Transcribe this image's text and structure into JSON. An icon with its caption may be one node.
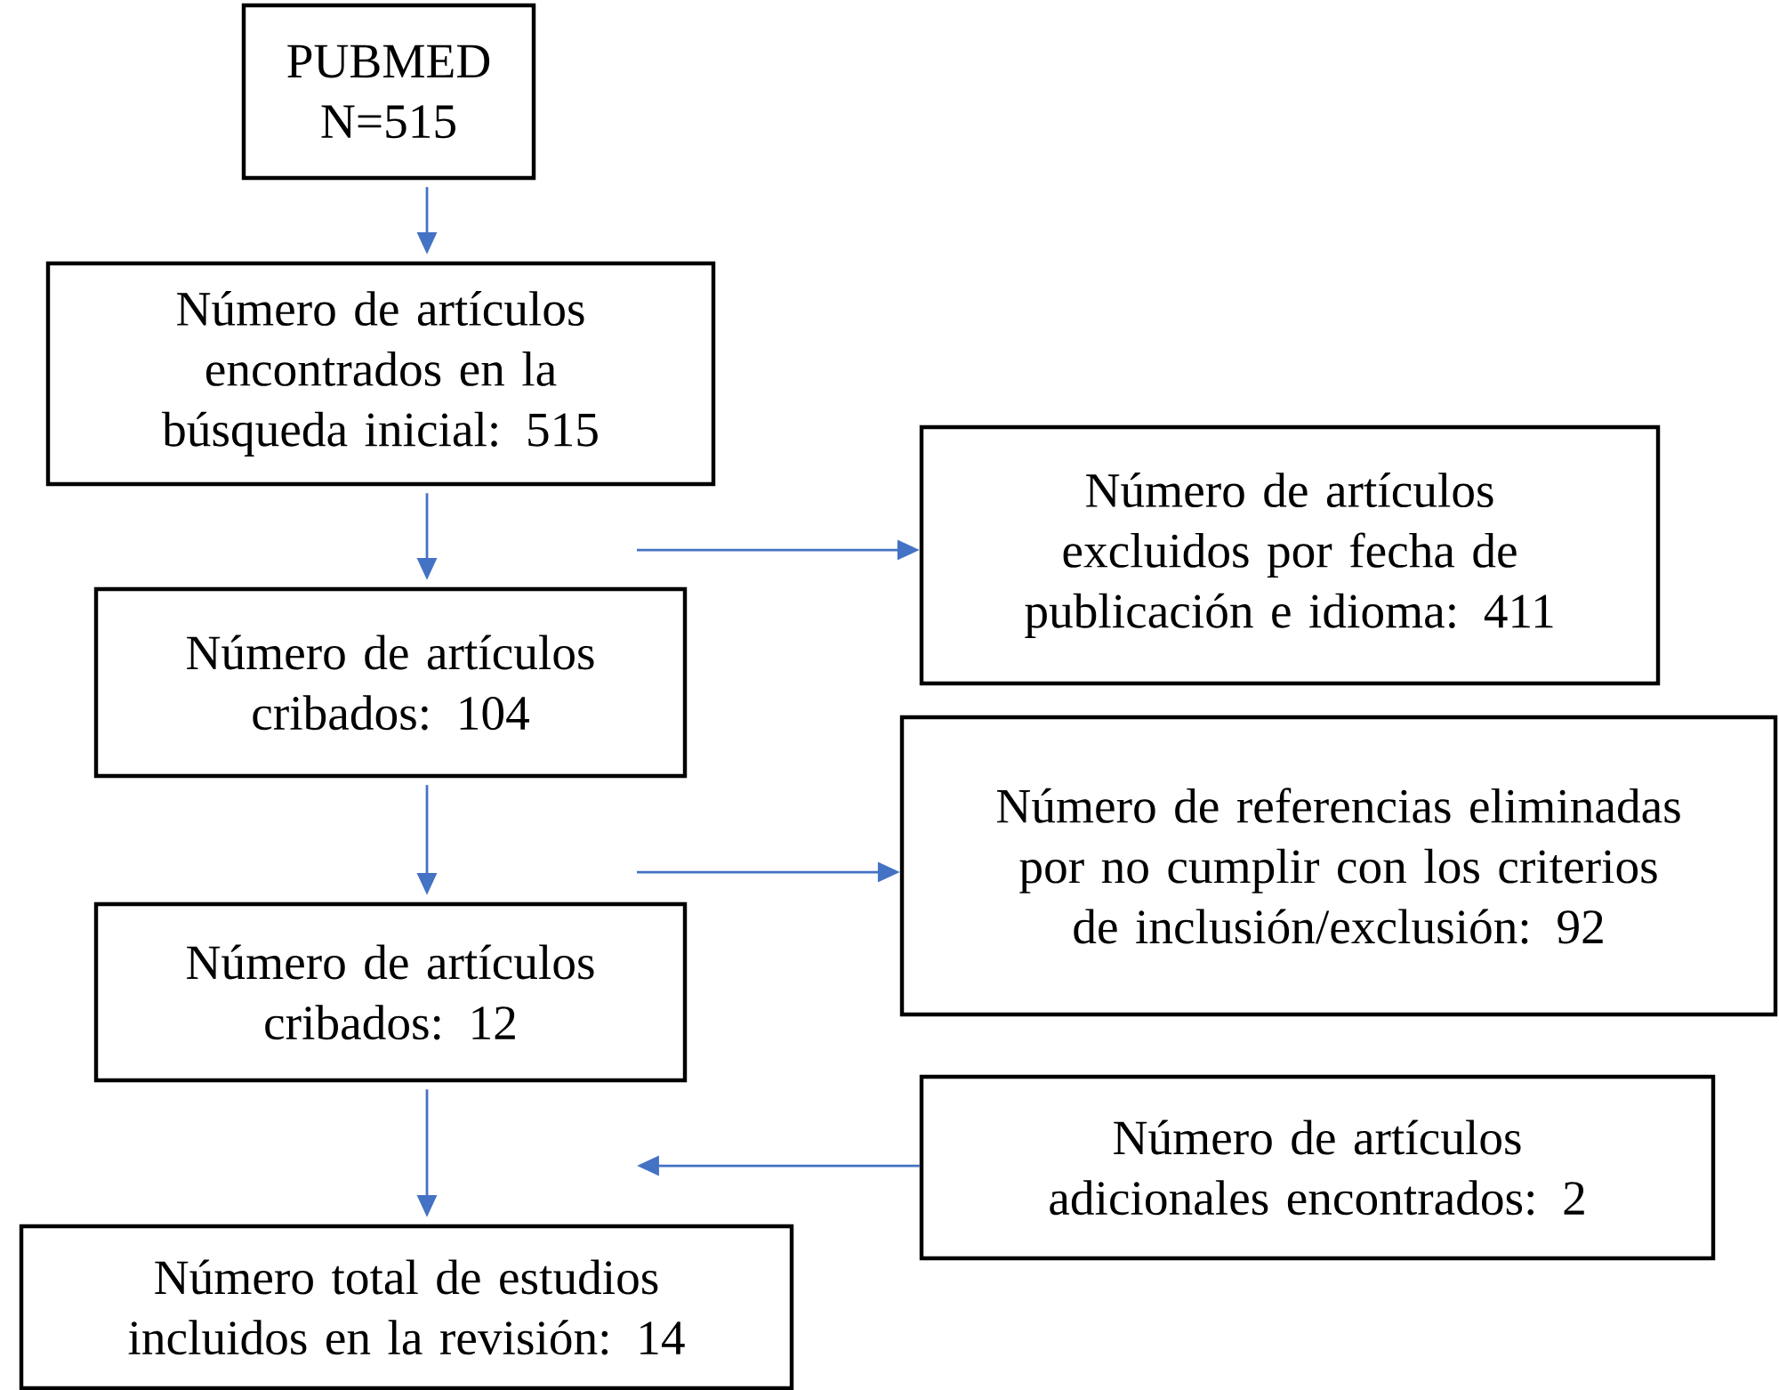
{
  "diagram": {
    "nodes": [
      {
        "text": [
          "PUBMED N=515"
        ]
      },
      {
        "text": [
          "Número de artículos encontrados en la búsqueda inicial: 515"
        ]
      },
      {
        "text": [
          "Número de artículos excluidos por fecha de publicación e idioma: 411"
        ]
      },
      {
        "text": [
          "Número de artículos cribados: 104"
        ]
      },
      {
        "text": [
          "Número de referencias eliminadas por no cumplir con los criterios de inclusión/exclusión: 92"
        ]
      },
      {
        "text": [
          "Número de artículos cribados: 12"
        ]
      },
      {
        "text": [
          "Número de artículos adicionales encontrados: 2"
        ]
      },
      {
        "text": [
          "Número total de estudios incluidos en la revisión: 14"
        ]
      }
    ],
    "edges": [
      {
        "from": 0,
        "to": 1,
        "arrow": "to"
      },
      {
        "from": 1,
        "to": 3,
        "arrow": "to"
      },
      {
        "from": null,
        "to": 2,
        "arrow": "to"
      },
      {
        "from": 3,
        "to": 5,
        "arrow": "to"
      },
      {
        "from": null,
        "to": 4,
        "arrow": "to"
      },
      {
        "from": 5,
        "to": 7,
        "arrow": "to"
      },
      {
        "from": 6,
        "to": null,
        "arrow": "to"
      }
    ]
  }
}
